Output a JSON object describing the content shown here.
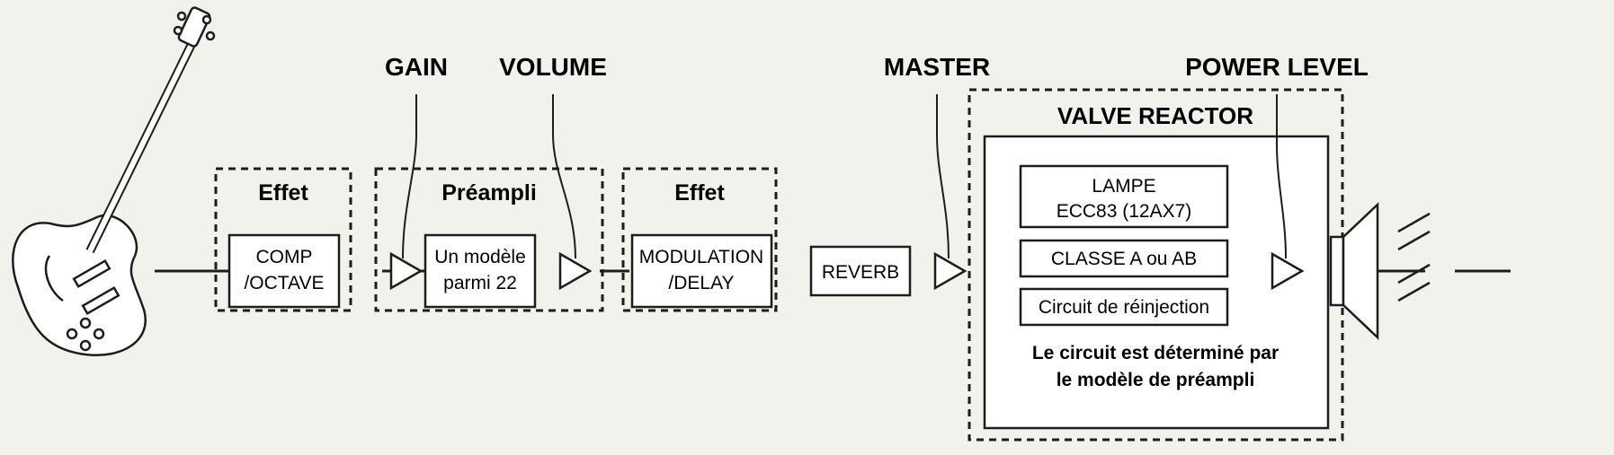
{
  "labels": {
    "gain": "GAIN",
    "volume": "VOLUME",
    "master": "MASTER",
    "power_level": "POWER LEVEL"
  },
  "groups": {
    "effect1": {
      "title": "Effet",
      "block_line1": "COMP",
      "block_line2": "/OCTAVE"
    },
    "preamp": {
      "title": "Préampli",
      "block_line1": "Un modèle",
      "block_line2": "parmi 22"
    },
    "effect2": {
      "title": "Effet",
      "block_line1": "MODULATION",
      "block_line2": "/DELAY"
    }
  },
  "reverb": {
    "label": "REVERB"
  },
  "valve_reactor": {
    "title": "VALVE REACTOR",
    "lamp_line1": "LAMPE",
    "lamp_line2": "ECC83 (12AX7)",
    "class": "CLASSE A ou AB",
    "feedback": "Circuit de réinjection",
    "note_line1": "Le circuit est déterminé par",
    "note_line2": "le modèle de préampli"
  },
  "icons": {
    "source": "electric-guitar-icon",
    "output": "speaker-icon",
    "stages": "amplifier-triangle-icon"
  }
}
